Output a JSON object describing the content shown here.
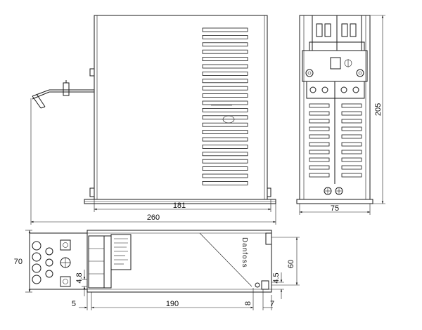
{
  "drawing": {
    "brand": "Danfoss",
    "line_color": "#1a1a1a",
    "dimensions": {
      "front_depth": "181",
      "overall_width": "260",
      "side_height": "205",
      "side_width": "75",
      "bottom_length": "190",
      "bottom_height": "70",
      "mount_spacing": "60",
      "hole_offset": "4.8",
      "slot_width": "4.5",
      "left_edge": "5",
      "right_edge": "7",
      "hole_edge": "8"
    }
  }
}
